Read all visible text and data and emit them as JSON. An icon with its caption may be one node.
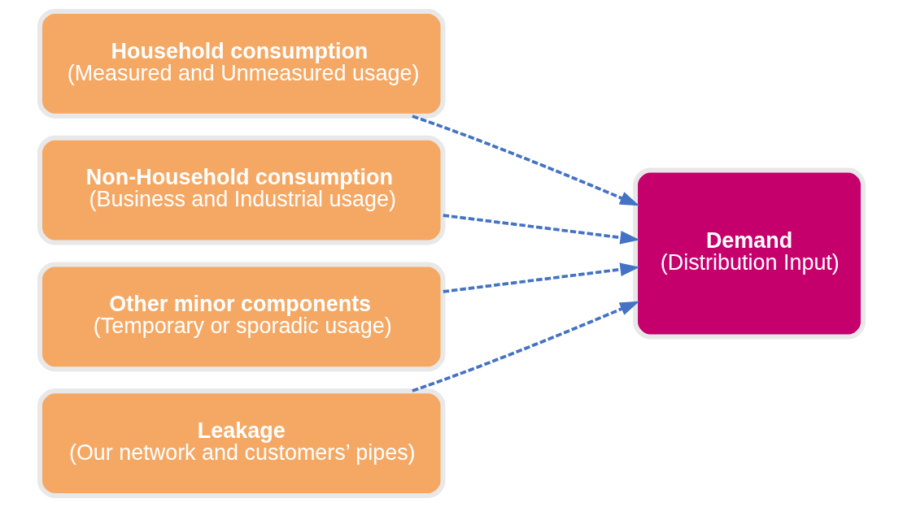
{
  "diagram": {
    "nodes": [
      {
        "text": [
          "Household consumption",
          "(Measured and Unmeasured usage)"
        ]
      },
      {
        "text": [
          "Non-Household consumption",
          "(Business and Industrial usage)"
        ]
      },
      {
        "text": [
          "Other minor components",
          "(Temporary or sporadic usage)"
        ]
      },
      {
        "text": [
          "Leakage",
          "(Our network and customers’ pipes)"
        ]
      },
      {
        "text": [
          "Demand",
          "(Distribution Input)"
        ]
      }
    ],
    "edges": [
      {
        "from": 0,
        "to": 4,
        "arrow": "to",
        "style": "dashed"
      },
      {
        "from": 1,
        "to": 4,
        "arrow": "to",
        "style": "dashed"
      },
      {
        "from": 2,
        "to": 4,
        "arrow": "to",
        "style": "dashed"
      },
      {
        "from": 3,
        "to": 4,
        "arrow": "to",
        "style": "dashed"
      }
    ]
  }
}
